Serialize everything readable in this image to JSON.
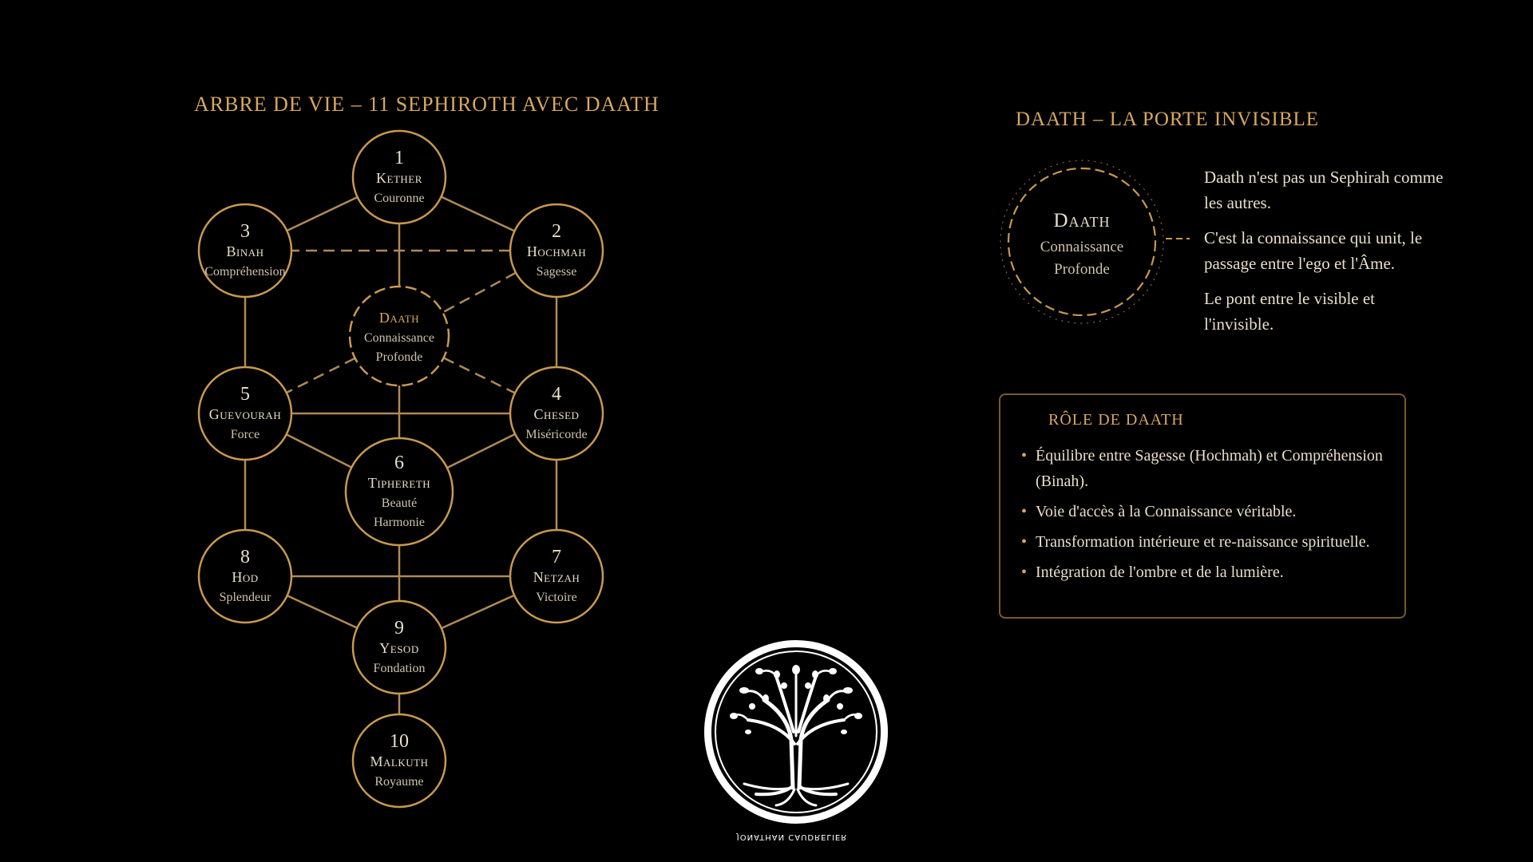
{
  "tree": {
    "title": "ARBRE DE VIE – 11 SEPHIROTH AVEC DAATH",
    "nodes": [
      {
        "num": "1",
        "name": "Kether",
        "sub1": "Couronne",
        "sub2": ""
      },
      {
        "num": "2",
        "name": "Hochmah",
        "sub1": "Sagesse",
        "sub2": ""
      },
      {
        "num": "3",
        "name": "Binah",
        "sub1": "Compréhension",
        "sub2": ""
      },
      {
        "num": "",
        "name": "Daath",
        "sub1": "Connaissance",
        "sub2": "Profonde"
      },
      {
        "num": "4",
        "name": "Chesed",
        "sub1": "Miséricorde",
        "sub2": ""
      },
      {
        "num": "5",
        "name": "Guevourah",
        "sub1": "Force",
        "sub2": ""
      },
      {
        "num": "6",
        "name": "Tiphereth",
        "sub1": "Beauté",
        "sub2": "Harmonie"
      },
      {
        "num": "7",
        "name": "Netzah",
        "sub1": "Victoire",
        "sub2": ""
      },
      {
        "num": "8",
        "name": "Hod",
        "sub1": "Splendeur",
        "sub2": ""
      },
      {
        "num": "9",
        "name": "Yesod",
        "sub1": "Fondation",
        "sub2": ""
      },
      {
        "num": "10",
        "name": "Malkuth",
        "sub1": "Royaume",
        "sub2": ""
      }
    ]
  },
  "daath_panel": {
    "title": "DAATH – LA PORTE INVISIBLE",
    "circle_name": "Daath",
    "circle_sub1": "Connaissance",
    "circle_sub2": "Profonde",
    "paragraphs": [
      "Daath n'est pas un Sephirah comme les autres.",
      "C'est la connaissance qui unit, le passage entre l'ego et l'Âme.",
      "Le pont entre le visible et l'invisible."
    ]
  },
  "role": {
    "title": "RÔLE DE DAATH",
    "items": [
      "Équilibre entre Sagesse (Hochmah) et Compréhension (Binah).",
      "Voie d'accès à la Connaissance véritable.",
      "Transformation intérieure et re-naissance spirituelle.",
      "Intégration de l'ombre et de la lumière."
    ]
  },
  "signature": "JONATHAN CAUDRELIER",
  "colors": {
    "gold": "#d9a860",
    "line": "#b08a55",
    "text": "#eadfc8",
    "background": "#000000"
  }
}
